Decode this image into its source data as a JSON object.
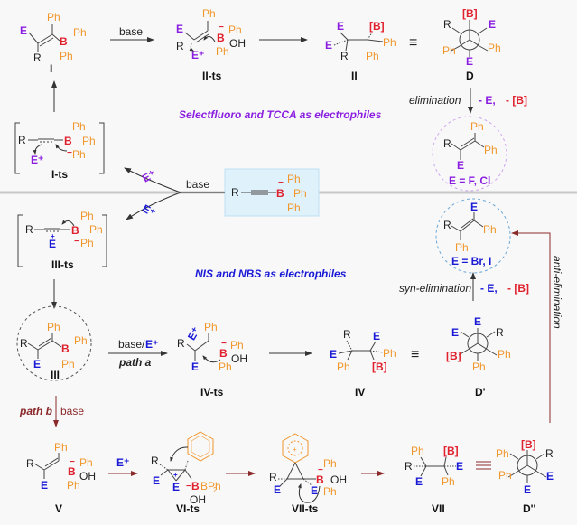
{
  "colors": {
    "phenyl": "#f0962a",
    "boron": "#e0212e",
    "electrophile_top": "#8a1ee0",
    "electrophile_bottom": "#1a1ad6",
    "path_b_arrow": "#8b2a2a",
    "start_box_fill": "#dff1fb",
    "divider": "#c8c8c8"
  },
  "atoms": {
    "Ph": "Ph",
    "B": "B",
    "Bbr": "[B]",
    "E": "E",
    "Eplus": "E⁺",
    "R": "R",
    "OH": "OH",
    "minus": "−",
    "plus": "+",
    "BPh2": "BPh",
    "sub2": "2"
  },
  "start": {
    "label_base": "base",
    "E_plus_top": "E⁺",
    "E_plus_bottom": "E⁺"
  },
  "top": {
    "title": "Selectfluoro and TCCA as electrophiles",
    "arrow_base": "base",
    "elimination": "elimination",
    "minus_E": "- E,",
    "minus_B": "- [B]",
    "product_note": "E = F, Cl",
    "labels": {
      "I": "I",
      "II_ts": "II-ts",
      "II": "II",
      "D": "D",
      "I_ts": "I-ts"
    }
  },
  "bottom": {
    "title": "NIS and NBS as electrophiles",
    "syn_elimination": "syn-elimination",
    "anti_elimination": "anti-elimination",
    "minus_E": "- E,",
    "minus_B": "- [B]",
    "product_note": "E = Br, I",
    "base_E": "base/",
    "path_a": "path a",
    "path_b": "path b",
    "base": "base",
    "labels": {
      "III_ts": "III-ts",
      "III": "III",
      "IV_ts": "IV-ts",
      "IV": "IV",
      "D_prime": "D'",
      "V": "V",
      "VI_ts": "VI-ts",
      "VII_ts": "VII-ts",
      "VII": "VII",
      "D_dprime": "D''"
    }
  }
}
